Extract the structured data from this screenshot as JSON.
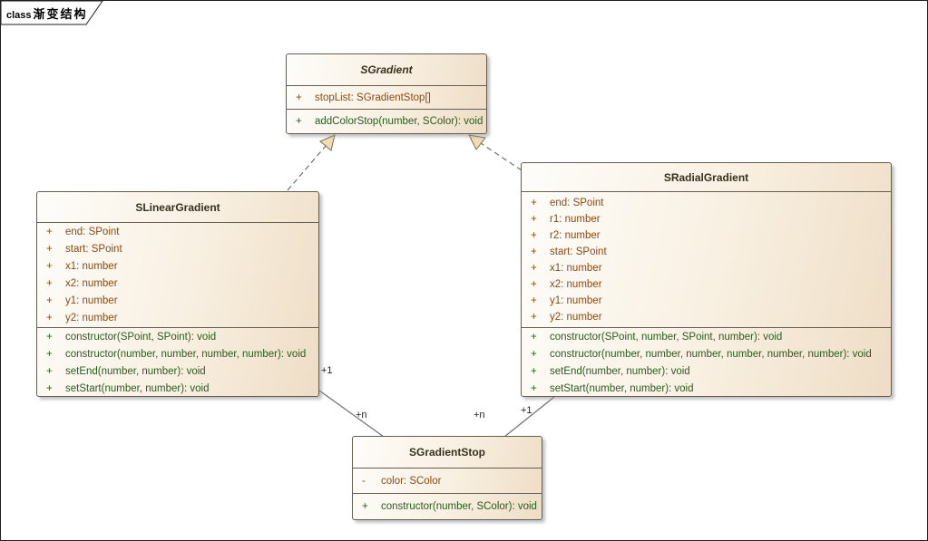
{
  "frame": {
    "keyword": "class",
    "title": "渐变结构"
  },
  "colors": {
    "attribute_text": "#8b4a15",
    "method_text": "#2a5b21",
    "box_fill_light": "#fefdfa",
    "box_fill_dark": "#eeddc5",
    "box_border": "#655c52",
    "relation_line": "#707070",
    "arrow_fill": "#f3dcb3",
    "arrow_stroke": "#7a6a50"
  },
  "classes": [
    {
      "name": "SGradient",
      "abstract": true,
      "attributes": [
        {
          "visibility": "+",
          "signature": "stopList: SGradientStop[]"
        }
      ],
      "methods": [
        {
          "visibility": "+",
          "signature": "addColorStop(number, SColor): void"
        }
      ]
    },
    {
      "name": "SLinearGradient",
      "abstract": false,
      "attributes": [
        {
          "visibility": "+",
          "signature": "end: SPoint"
        },
        {
          "visibility": "+",
          "signature": "start: SPoint"
        },
        {
          "visibility": "+",
          "signature": "x1: number"
        },
        {
          "visibility": "+",
          "signature": "x2: number"
        },
        {
          "visibility": "+",
          "signature": "y1: number"
        },
        {
          "visibility": "+",
          "signature": "y2: number"
        }
      ],
      "methods": [
        {
          "visibility": "+",
          "signature": "constructor(SPoint, SPoint): void"
        },
        {
          "visibility": "+",
          "signature": "constructor(number, number, number, number): void"
        },
        {
          "visibility": "+",
          "signature": "setEnd(number, number): void"
        },
        {
          "visibility": "+",
          "signature": "setStart(number, number): void"
        }
      ]
    },
    {
      "name": "SRadialGradient",
      "abstract": false,
      "attributes": [
        {
          "visibility": "+",
          "signature": "end: SPoint"
        },
        {
          "visibility": "+",
          "signature": "r1: number"
        },
        {
          "visibility": "+",
          "signature": "r2: number"
        },
        {
          "visibility": "+",
          "signature": "start: SPoint"
        },
        {
          "visibility": "+",
          "signature": "x1: number"
        },
        {
          "visibility": "+",
          "signature": "x2: number"
        },
        {
          "visibility": "+",
          "signature": "y1: number"
        },
        {
          "visibility": "+",
          "signature": "y2: number"
        }
      ],
      "methods": [
        {
          "visibility": "+",
          "signature": "constructor(SPoint, number, SPoint, number): void"
        },
        {
          "visibility": "+",
          "signature": "constructor(number, number, number, number, number, number): void"
        },
        {
          "visibility": "+",
          "signature": "setEnd(number, number): void"
        },
        {
          "visibility": "+",
          "signature": "setStart(number, number): void"
        }
      ]
    },
    {
      "name": "SGradientStop",
      "abstract": false,
      "attributes": [
        {
          "visibility": "-",
          "signature": "color: SColor"
        }
      ],
      "methods": [
        {
          "visibility": "+",
          "signature": "constructor(number, SColor): void"
        }
      ]
    }
  ],
  "relations": {
    "generalizations": [
      {
        "from": "SLinearGradient",
        "to": "SGradient",
        "style": "dashed"
      },
      {
        "from": "SRadialGradient",
        "to": "SGradient",
        "style": "dashed"
      }
    ],
    "associations": [
      {
        "from": "SLinearGradient",
        "to": "SGradientStop",
        "from_mult": "+1",
        "to_mult": "+n"
      },
      {
        "from": "SRadialGradient",
        "to": "SGradientStop",
        "from_mult": "+1",
        "to_mult": "+n"
      }
    ]
  }
}
